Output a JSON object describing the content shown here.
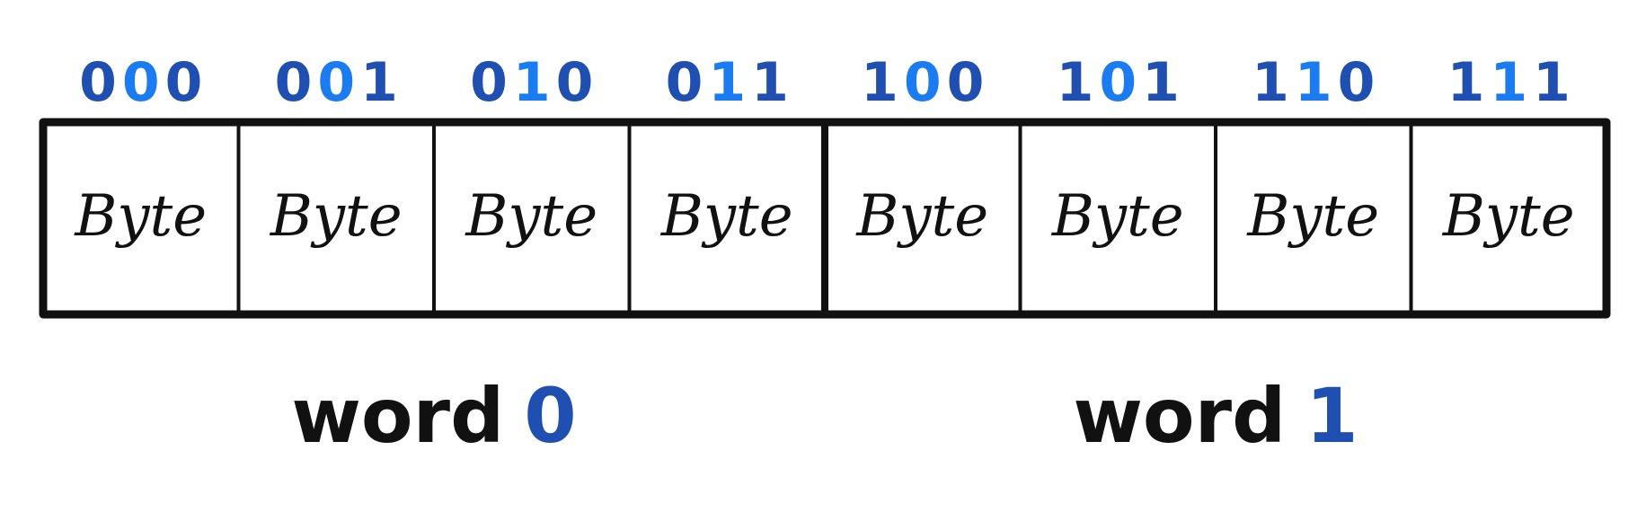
{
  "colors": {
    "ink": "#111111",
    "addr_dark": "#1f4fb0",
    "addr_light": "#1a7cf0",
    "word_suffix": "#1f4fb0"
  },
  "addresses": [
    {
      "digits": [
        "0",
        "0",
        "0"
      ]
    },
    {
      "digits": [
        "0",
        "0",
        "1"
      ]
    },
    {
      "digits": [
        "0",
        "1",
        "0"
      ]
    },
    {
      "digits": [
        "0",
        "1",
        "1"
      ]
    },
    {
      "digits": [
        "1",
        "0",
        "0"
      ]
    },
    {
      "digits": [
        "1",
        "0",
        "1"
      ]
    },
    {
      "digits": [
        "1",
        "1",
        "0"
      ]
    },
    {
      "digits": [
        "1",
        "1",
        "1"
      ]
    }
  ],
  "bytes": [
    "Byte",
    "Byte",
    "Byte",
    "Byte",
    "Byte",
    "Byte",
    "Byte",
    "Byte"
  ],
  "words": [
    {
      "word": "word",
      "index": "0"
    },
    {
      "word": "word",
      "index": "1"
    }
  ]
}
